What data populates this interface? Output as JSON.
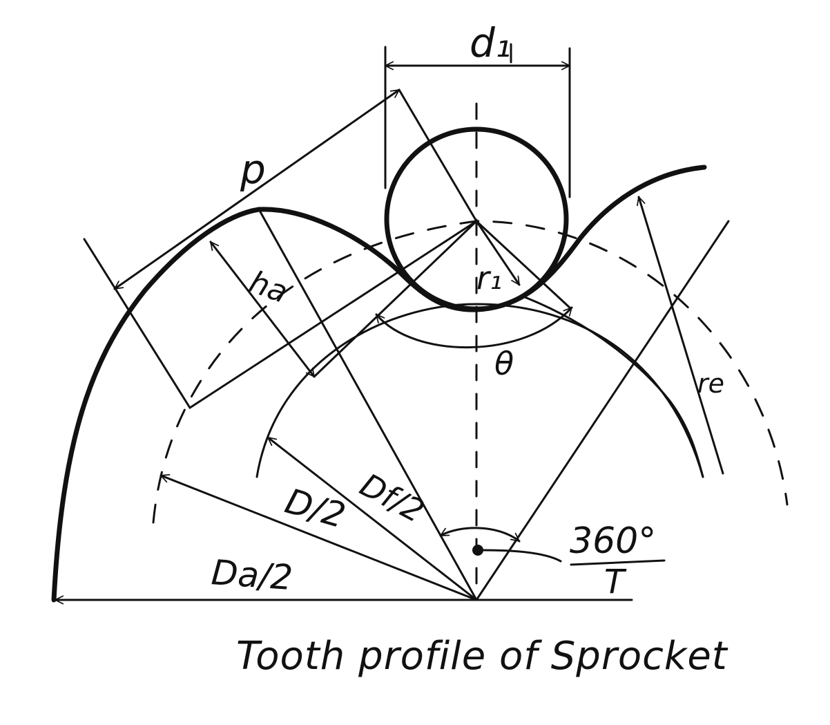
{
  "diagram": {
    "title": "Tooth profile of Sprocket",
    "colors": {
      "ink": "#111111",
      "background": "#ffffff"
    },
    "labels": {
      "roller_diameter": "d₁",
      "pitch": "p",
      "tooth_height": "ha",
      "roller_seat_radius": "r₁",
      "seat_angle": "θ",
      "tooth_flank_radius": "re",
      "root_radius": "Df/2",
      "pitch_radius": "D/2",
      "tip_radius": "Da/2",
      "pitch_angle_numerator": "360°",
      "pitch_angle_denominator": "T"
    },
    "elements": [
      "roller circle",
      "tooth profile (thick curve)",
      "pitch circle (dashed)",
      "root circle arc",
      "center lines (dash-dot)",
      "dimension arrows"
    ]
  }
}
